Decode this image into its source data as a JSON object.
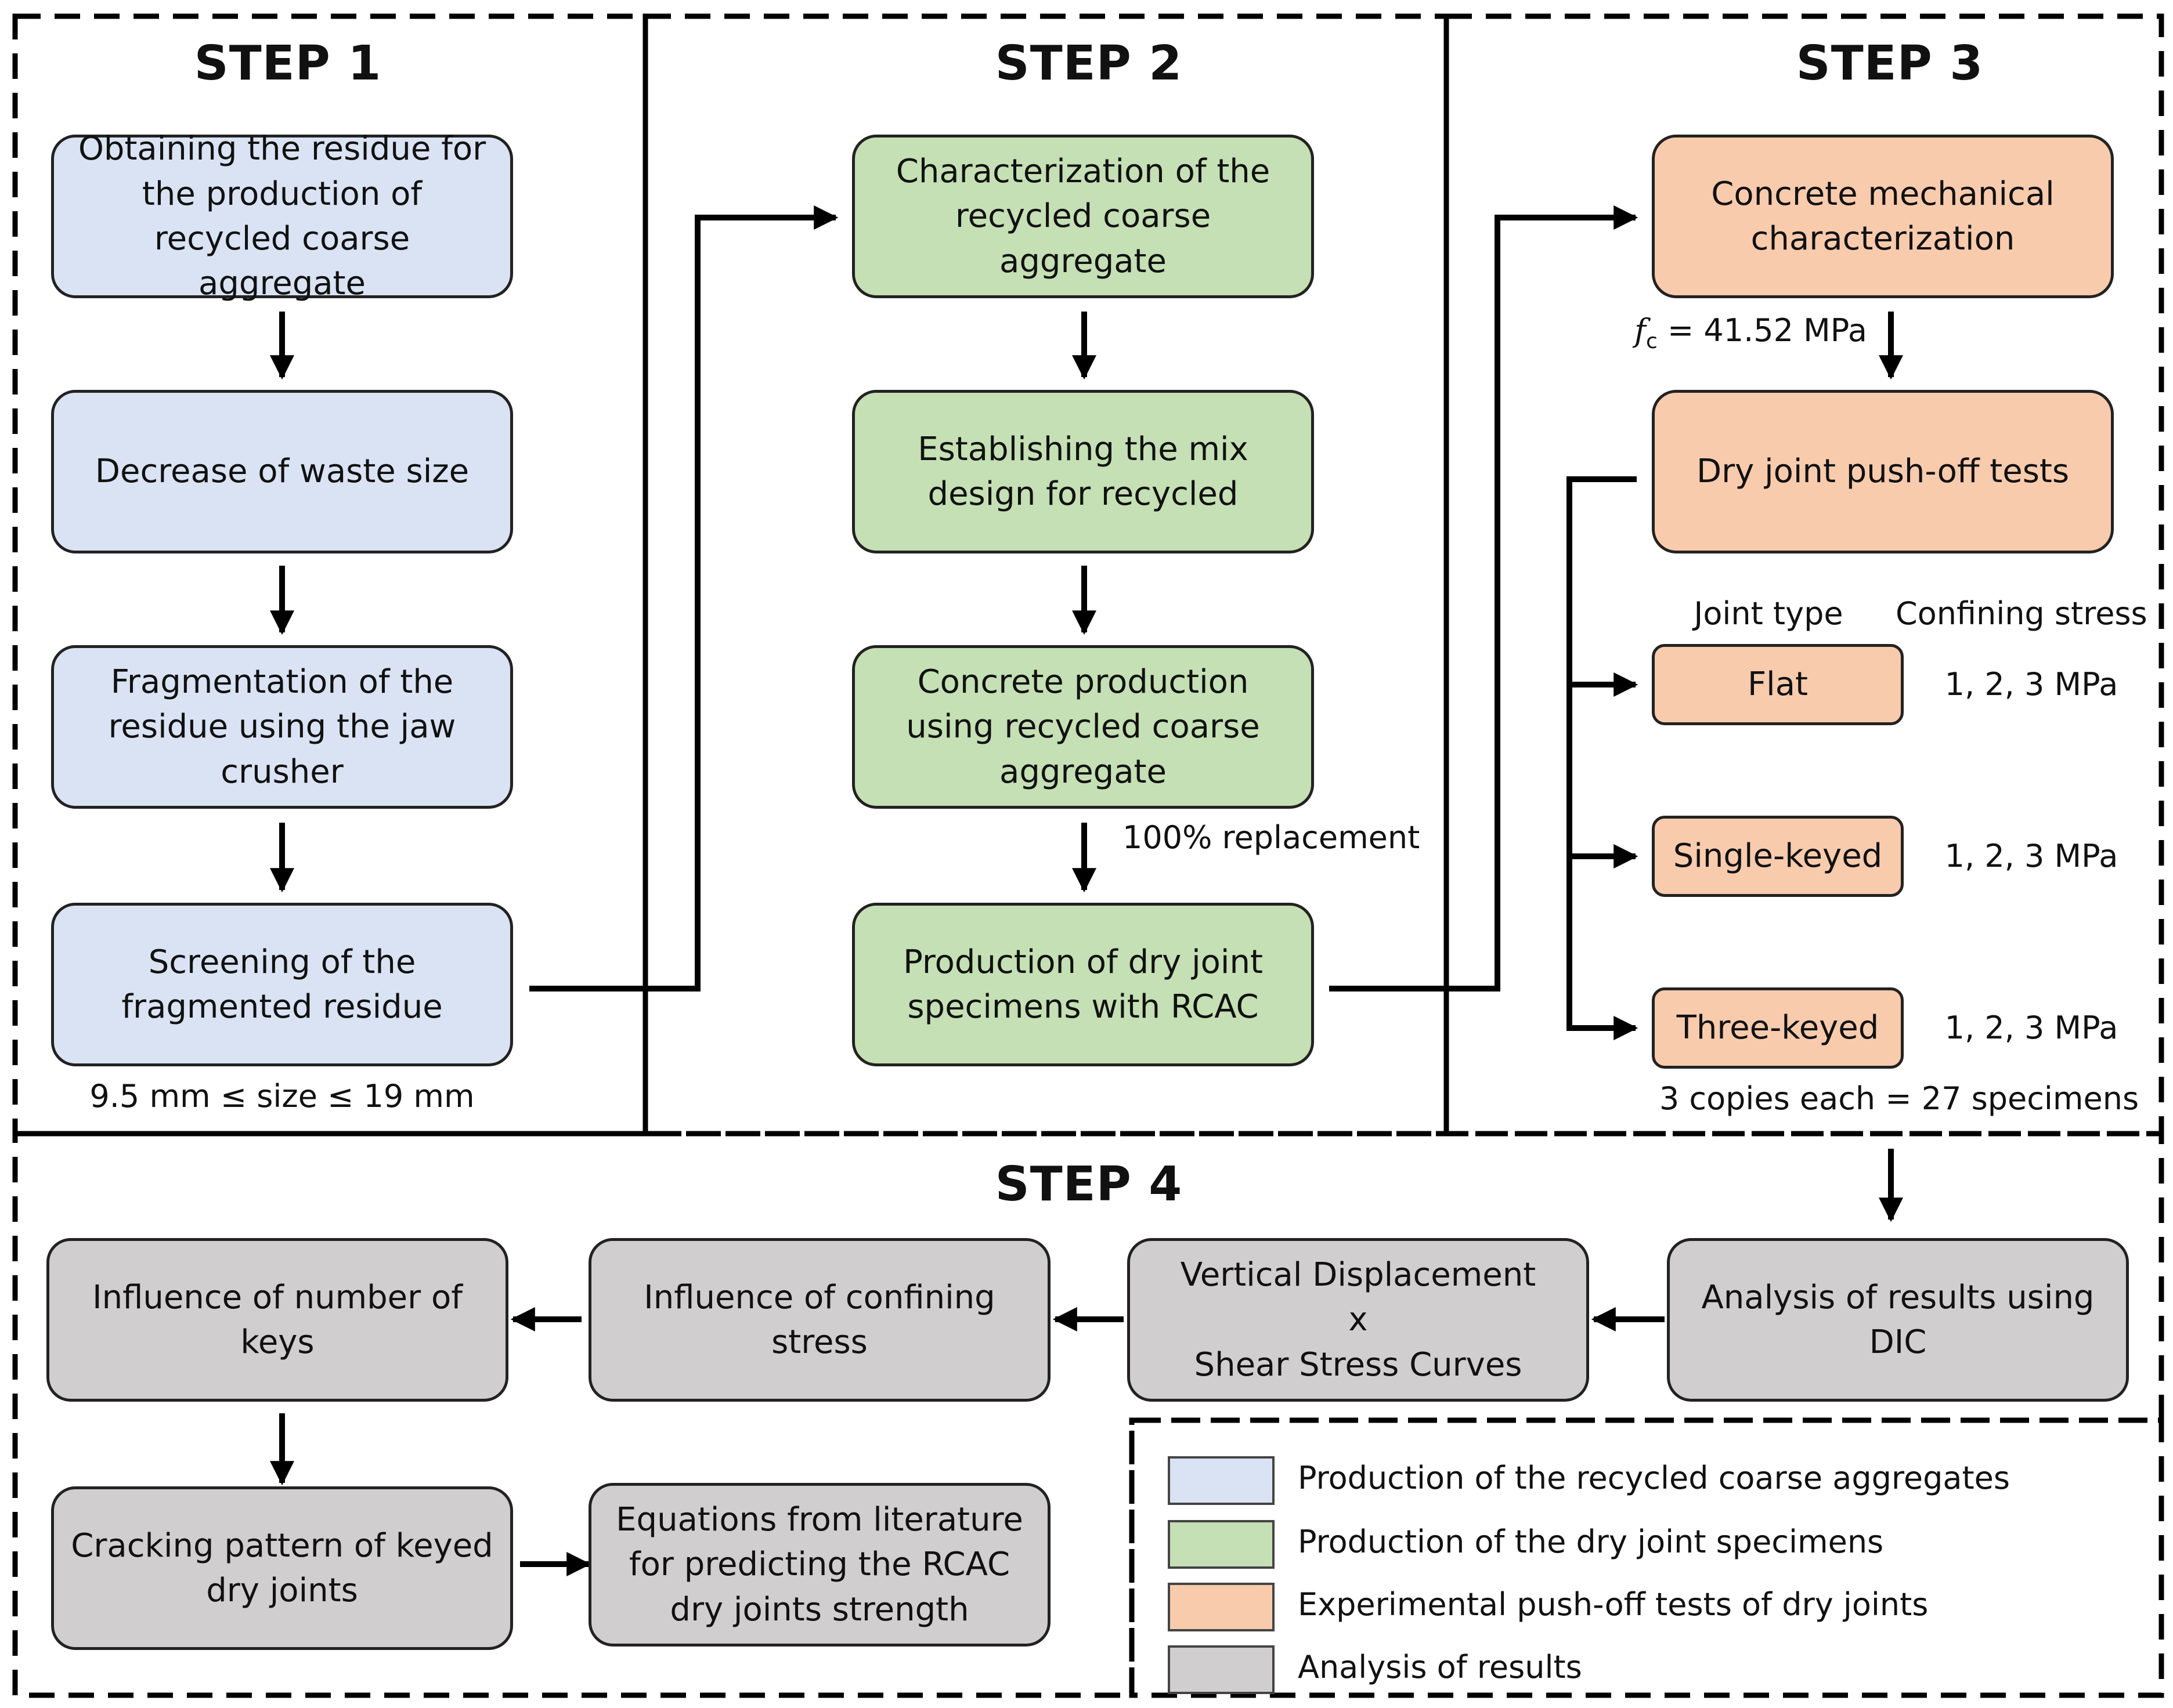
{
  "colors": {
    "step1": "#dae3f3",
    "step2": "#c5e0b4",
    "step3": "#f8cbad",
    "step4": "#d0cece"
  },
  "steps": {
    "s1": "STEP 1",
    "s2": "STEP 2",
    "s3": "STEP 3",
    "s4": "STEP 4"
  },
  "step1": {
    "b1": "Obtaining the residue for\nthe production of\nrecycled coarse aggregate",
    "b2": "Decrease of waste size",
    "b3": "Fragmentation of the\nresidue using the jaw\ncrusher",
    "b4": "Screening of the\nfragmented residue",
    "size_note": "9.5 mm ≤ size ≤ 19 mm"
  },
  "step2": {
    "b1": "Characterization of the\nrecycled coarse aggregate",
    "b2": "Establishing the mix\ndesign for recycled",
    "b3": "Concrete production\nusing recycled coarse\naggregate",
    "b4": "Production of dry joint\nspecimens with RCAC",
    "replacement_note": "100% replacement"
  },
  "step3": {
    "b1": "Concrete mechanical\ncharacterization",
    "fc_symbol": "f",
    "fc_sub": "c",
    "fc_value": " = 41.52 MPa",
    "b2": "Dry joint push-off tests",
    "joint_type_header": "Joint type",
    "confining_header": "Confining stress",
    "joints": [
      {
        "type": "Flat",
        "stress": "1, 2, 3 MPa"
      },
      {
        "type": "Single-keyed",
        "stress": "1, 2, 3 MPa"
      },
      {
        "type": "Three-keyed",
        "stress": "1, 2, 3 MPa"
      }
    ],
    "copies_note": "3 copies each = 27 specimens"
  },
  "step4": {
    "analysis": "Analysis of results using\nDIC",
    "curves": "Vertical Displacement\nx\nShear Stress Curves",
    "confining": "Influence of confining\nstress",
    "keys": "Influence of number of\nkeys",
    "cracking": "Cracking pattern of keyed\ndry joints",
    "equations": "Equations from literature\nfor predicting the RCAC\ndry joints strength"
  },
  "legend": [
    {
      "label": "Production of the recycled coarse aggregates",
      "color": "#dae3f3"
    },
    {
      "label": "Production of the dry joint specimens",
      "color": "#c5e0b4"
    },
    {
      "label": "Experimental push-off tests of dry joints",
      "color": "#f8cbad"
    },
    {
      "label": "Analysis of results",
      "color": "#d0cece"
    }
  ]
}
